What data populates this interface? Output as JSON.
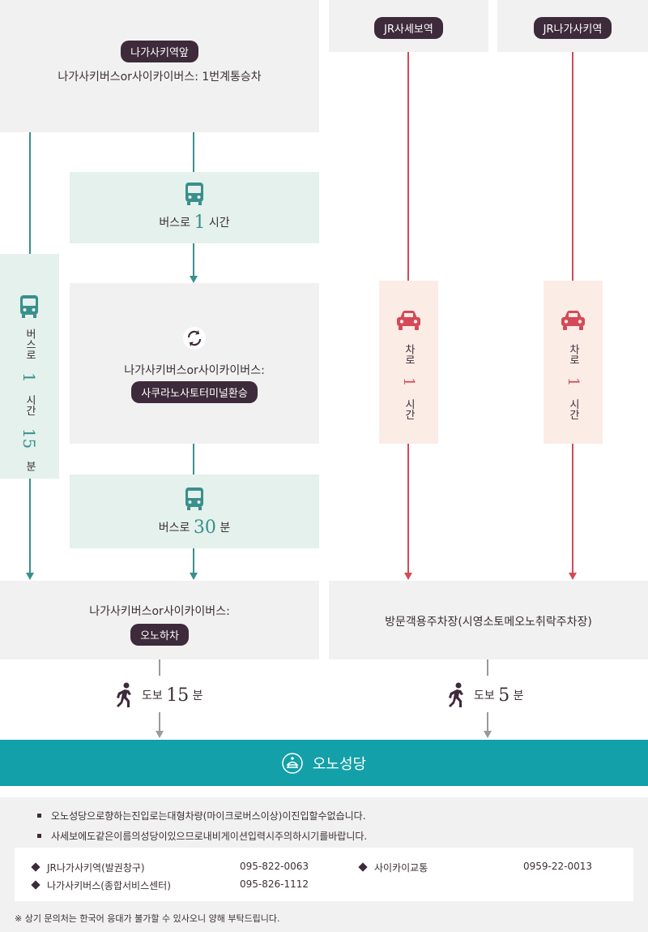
{
  "start_left": {
    "station": "나가사키역앞",
    "line": "나가사키버스or사이카이버스: 1번계통승차"
  },
  "start_mid": {
    "station": "JR사세보역"
  },
  "start_right": {
    "station": "JR나가사키역"
  },
  "step_bus_1h": {
    "prefix": "버스로",
    "num": "1",
    "suffix": "시간"
  },
  "transfer": {
    "line": "나가사키버스or사이카이버스:",
    "point": "사쿠라노사토터미널환승"
  },
  "step_bus_30m": {
    "prefix": "버스로",
    "num": "30",
    "suffix": "분"
  },
  "direct_bus": {
    "prefix": "버스로",
    "num1": "1",
    "mid": "시간",
    "num2": "15",
    "suffix": "분"
  },
  "car_mid": {
    "prefix": "차로",
    "num": "1",
    "suffix": "시간"
  },
  "car_right": {
    "prefix": "차로",
    "num": "1",
    "suffix": "시간"
  },
  "alight": {
    "line": "나가사키버스or사이카이버스:",
    "stop": "오노하차"
  },
  "parking": {
    "label": "방문객용주차장(시영소토메오노취락주차장)"
  },
  "walk_left": {
    "prefix": "도보",
    "num": "15",
    "suffix": "분"
  },
  "walk_right": {
    "prefix": "도보",
    "num": "5",
    "suffix": "분"
  },
  "destination": {
    "label": "오노성당"
  },
  "notes": [
    "오노성당으로향하는진입로는대형차량(마이크로버스이상)이진입할수없습니다.",
    "사세보에도같은이름의성당이있으므로내비게이션입력시주의하시기를바랍니다."
  ],
  "contacts": [
    {
      "name": "JR나가사키역(발권창구)",
      "phone": "095-822-0063"
    },
    {
      "name": "사이카이교통",
      "phone": "0959-22-0013"
    },
    {
      "name": "나가사키버스(종합서비스센터)",
      "phone": "095-826-1112"
    }
  ],
  "footnote": "※ 상기 문의처는 한국어 응대가 불가할 수 있사오니 양해 부탁드립니다.",
  "icons": {
    "bus": "bus-icon",
    "car": "car-icon",
    "transfer": "transfer-icon",
    "walk": "walking-person-icon",
    "church": "church-logo-icon"
  },
  "colors": {
    "teal_route": "#3a8f8c",
    "red_route": "#d44a57",
    "destination_bar": "#14a0a8",
    "pill_bg": "#3d2a3a",
    "mint_box": "#e4f1ec",
    "pink_box": "#fbece6",
    "grey_box": "#f1f1f1"
  }
}
